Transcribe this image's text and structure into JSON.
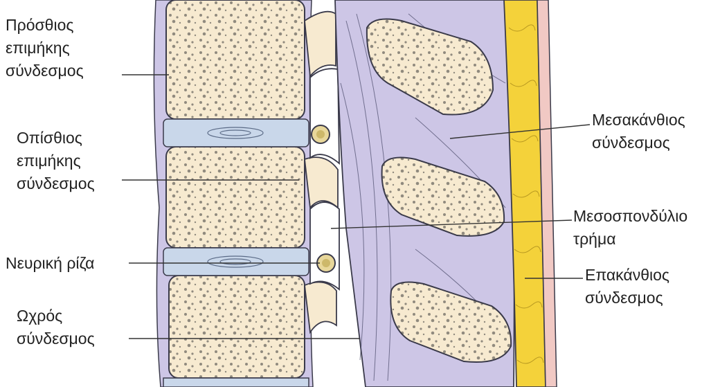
{
  "colors": {
    "background": "#ffffff",
    "vertebra_fill": "#f7ead0",
    "disc_fill": "#c9d7ea",
    "ligament_fill": "#cdc6e6",
    "fat_fill": "#f4d23a",
    "outline": "#3a3a4a",
    "leader_line": "#333333",
    "label_text": "#222222"
  },
  "labels": {
    "anterior_longitudinal": [
      "Πρόσθιος",
      "επιμήκης",
      "σύνδεσμος"
    ],
    "posterior_longitudinal": [
      "Οπίσθιος",
      "επιμήκης",
      "σύνδεσμος"
    ],
    "nerve_root": [
      "Νευρική ρίζα"
    ],
    "ligamentum_flavum": [
      "Ωχρός",
      "σύνδεσμος"
    ],
    "interspinous": [
      "Μεσακάνθιος",
      "σύνδεσμος"
    ],
    "intervertebral_foramen": [
      "Μεσοσπονδύλιο",
      "τρήμα"
    ],
    "supraspinous": [
      "Επακάνθιος",
      "σύνδεσμος"
    ]
  }
}
